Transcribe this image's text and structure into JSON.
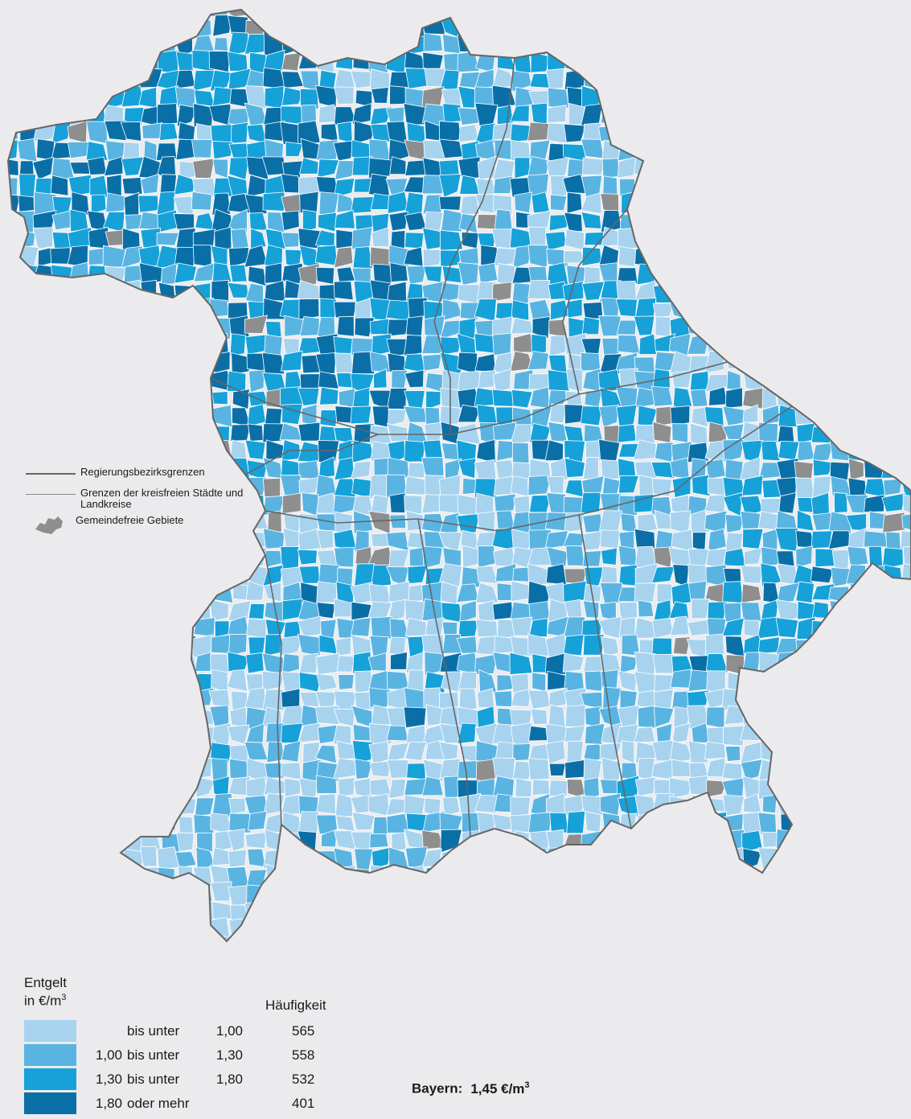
{
  "map_legend": {
    "items": [
      {
        "label": "Regierungsbezirksgrenzen"
      },
      {
        "label": "Grenzen der kreisfreien Städte und Landkreise"
      },
      {
        "label": "Gemeindefreie Gebiete"
      }
    ]
  },
  "value_legend": {
    "title_line1": "Entgelt",
    "title_line2": "in €/m",
    "title_sup": "3",
    "frequency_header": "Häufigkeit",
    "classes": [
      {
        "from": "",
        "middle": "bis unter",
        "to": "1,00",
        "count": "565",
        "color": "#a7d3ef"
      },
      {
        "from": "1,00",
        "middle": "bis unter",
        "to": "1,30",
        "count": "558",
        "color": "#5ab4e2"
      },
      {
        "from": "1,30",
        "middle": "bis unter",
        "to": "1,80",
        "count": "532",
        "color": "#16a1d9"
      },
      {
        "from": "1,80",
        "middle": "oder mehr",
        "to": "",
        "count": "401",
        "color": "#0b6fa7"
      }
    ],
    "region_colors": {
      "gemeindefrei": "#8e8e8e",
      "district_border": "#666666",
      "municipality_border": "#ffffff"
    }
  },
  "summary": {
    "label": "Bayern:",
    "value": "1,45 €/m",
    "sup": "3"
  }
}
